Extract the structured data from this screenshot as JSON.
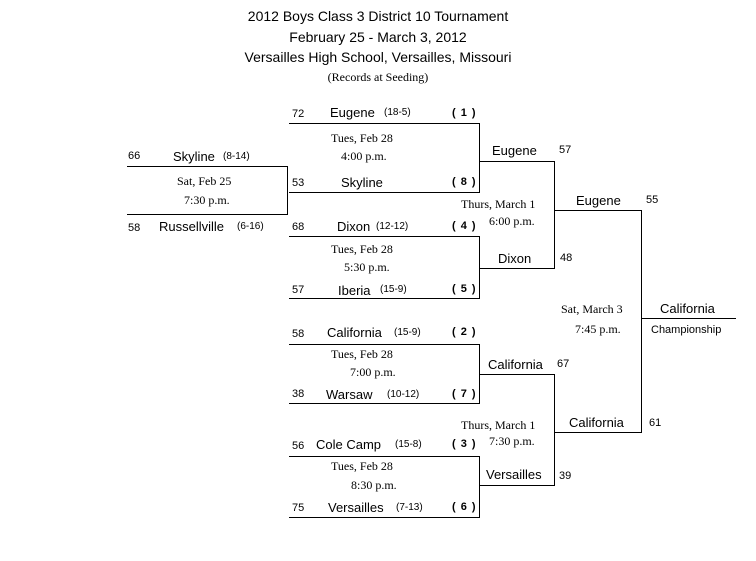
{
  "header": {
    "line1": "2012 Boys Class 3 District 10 Tournament",
    "line2": "February 25 - March 3, 2012",
    "line3": "Versailles High School, Versailles, Missouri",
    "note": "(Records at Seeding)"
  },
  "play_in": {
    "team1": {
      "name": "Skyline",
      "record": "(8-14)",
      "score": "66"
    },
    "team2": {
      "name": "Russellville",
      "record": "(6-16)",
      "score": "58"
    },
    "date": "Sat, Feb 25",
    "time": "7:30 p.m."
  },
  "quarterfinals": [
    {
      "top": {
        "name": "Eugene",
        "record": "(18-5)",
        "score": "72",
        "seed": "( 1 )"
      },
      "bottom": {
        "name": "Skyline",
        "record": "",
        "score": "53",
        "seed": "( 8 )"
      },
      "date": "Tues, Feb 28",
      "time": "4:00 p.m."
    },
    {
      "top": {
        "name": "Dixon",
        "record": "(12-12)",
        "score": "68",
        "seed": "( 4 )"
      },
      "bottom": {
        "name": "Iberia",
        "record": "(15-9)",
        "score": "57",
        "seed": "( 5 )"
      },
      "date": "Tues,  Feb 28",
      "time": "5:30 p.m."
    },
    {
      "top": {
        "name": "California",
        "record": "(15-9)",
        "score": "58",
        "seed": "( 2 )"
      },
      "bottom": {
        "name": "Warsaw",
        "record": "(10-12)",
        "score": "38",
        "seed": "( 7 )"
      },
      "date": "Tues, Feb 28",
      "time": "7:00 p.m."
    },
    {
      "top": {
        "name": "Cole Camp",
        "record": "(15-8)",
        "score": "56",
        "seed": "( 3 )"
      },
      "bottom": {
        "name": "Versailles",
        "record": "(7-13)",
        "score": "75",
        "seed": "( 6 )"
      },
      "date": "Tues,  Feb 28",
      "time": "8:30 p.m."
    }
  ],
  "semifinals": [
    {
      "top": {
        "name": "Eugene",
        "score": "57"
      },
      "bottom": {
        "name": "Dixon",
        "score": "48"
      },
      "date": "Thurs, March 1",
      "time": "6:00 p.m."
    },
    {
      "top": {
        "name": "California",
        "score": "67"
      },
      "bottom": {
        "name": "Versailles",
        "score": "39"
      },
      "date": "Thurs, March 1",
      "time": "7:30 p.m."
    }
  ],
  "final": {
    "top": {
      "name": "Eugene",
      "score": "55"
    },
    "bottom": {
      "name": "California",
      "score": "61"
    },
    "date": "Sat,  March 3",
    "time": "7:45 p.m.",
    "champion": "California",
    "champion_label": "Championship"
  }
}
